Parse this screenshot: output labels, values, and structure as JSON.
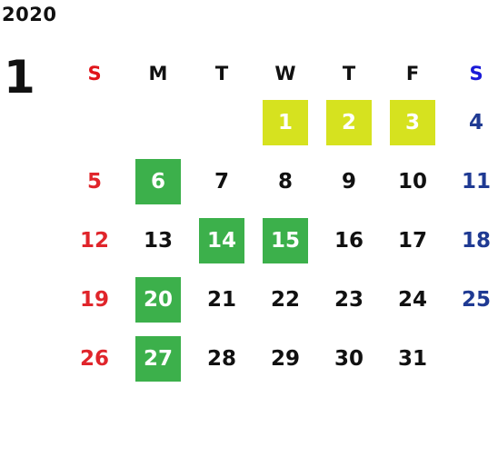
{
  "calendar": {
    "year": "2020",
    "month": "1",
    "weekdays": [
      "S",
      "M",
      "T",
      "W",
      "T",
      "F",
      "S"
    ],
    "first_weekday_index": 3,
    "days": [
      {
        "label": "1",
        "highlight": "yellow"
      },
      {
        "label": "2",
        "highlight": "yellow"
      },
      {
        "label": "3",
        "highlight": "yellow"
      },
      {
        "label": "4"
      },
      {
        "label": "5"
      },
      {
        "label": "6",
        "highlight": "green"
      },
      {
        "label": "7"
      },
      {
        "label": "8"
      },
      {
        "label": "9"
      },
      {
        "label": "10"
      },
      {
        "label": "11"
      },
      {
        "label": "12"
      },
      {
        "label": "13"
      },
      {
        "label": "14",
        "highlight": "green"
      },
      {
        "label": "15",
        "highlight": "green"
      },
      {
        "label": "16"
      },
      {
        "label": "17"
      },
      {
        "label": "18"
      },
      {
        "label": "19"
      },
      {
        "label": "20",
        "highlight": "green"
      },
      {
        "label": "21"
      },
      {
        "label": "22"
      },
      {
        "label": "23"
      },
      {
        "label": "24"
      },
      {
        "label": "25"
      },
      {
        "label": "26"
      },
      {
        "label": "27",
        "highlight": "green"
      },
      {
        "label": "28"
      },
      {
        "label": "29"
      },
      {
        "label": "30"
      },
      {
        "label": "31"
      }
    ]
  },
  "colors": {
    "sunday": "#e0252b",
    "saturday": "#1f3a93",
    "highlight_yellow": "#d6e21f",
    "highlight_green": "#3cb04b"
  }
}
